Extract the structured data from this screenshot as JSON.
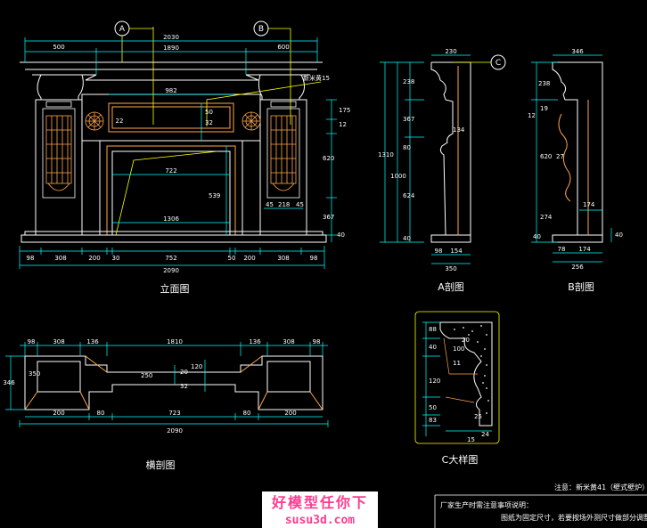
{
  "colors": {
    "background": "#000000",
    "outline": "#ffffff",
    "dimension": "#00ffff",
    "detail": "#ffa64d",
    "leader": "#ffff00",
    "watermark": "#ff3b8d"
  },
  "elevation": {
    "label": "立面图",
    "marker_a": "A",
    "marker_b": "B",
    "top_dims": [
      "500",
      "2030",
      "1890",
      "600"
    ],
    "inner": {
      "w982": "982",
      "h22": "22",
      "h50": "50",
      "h32": "32",
      "w722": "722",
      "h539": "539",
      "w1306": "1306"
    },
    "right_vert": [
      "175",
      "12",
      "620",
      "367",
      "40"
    ],
    "small": [
      "45",
      "218",
      "45"
    ],
    "bottom_dims": [
      "98",
      "308",
      "200",
      "30",
      "752",
      "50",
      "200",
      "308",
      "98"
    ],
    "overall": "2090",
    "note_mat": "新米黄15"
  },
  "section_a": {
    "label": "A剖图",
    "marker_c": "C",
    "top": "230",
    "left_vert": [
      "238",
      "367",
      "1000",
      "1310",
      "40"
    ],
    "mid": [
      "134",
      "80",
      "624"
    ],
    "bottom": [
      "98",
      "154",
      "350"
    ]
  },
  "section_b": {
    "label": "B剖图",
    "top": "346",
    "left_vert": [
      "238",
      "12",
      "40"
    ],
    "mid": [
      "19",
      "27",
      "620",
      "174",
      "274"
    ],
    "right": [
      "40"
    ],
    "bottom": [
      "78",
      "174",
      "256"
    ]
  },
  "plan": {
    "label": "横剖图",
    "left": "346",
    "top_dims": [
      "98",
      "308",
      "136",
      "1810",
      "136",
      "308",
      "98"
    ],
    "inner": [
      "250",
      "32",
      "120",
      "20",
      "350"
    ],
    "bottom_dims": [
      "200",
      "80",
      "723",
      "80",
      "200"
    ],
    "overall": "2090"
  },
  "detail_c": {
    "label": "C大样图",
    "dims": [
      "88",
      "40",
      "120",
      "100",
      "50",
      "20",
      "83",
      "25",
      "15",
      "24",
      "11"
    ]
  },
  "notes": {
    "remark": "注意：新米黄41（壁式壁炉）",
    "line1": "厂家生产时需注意事项说明：",
    "line2": "图纸为固定尺寸，若要按场外测尺寸做部分调整。"
  },
  "watermark": {
    "line1": "好模型任你下",
    "line2": "susu3d.com"
  }
}
